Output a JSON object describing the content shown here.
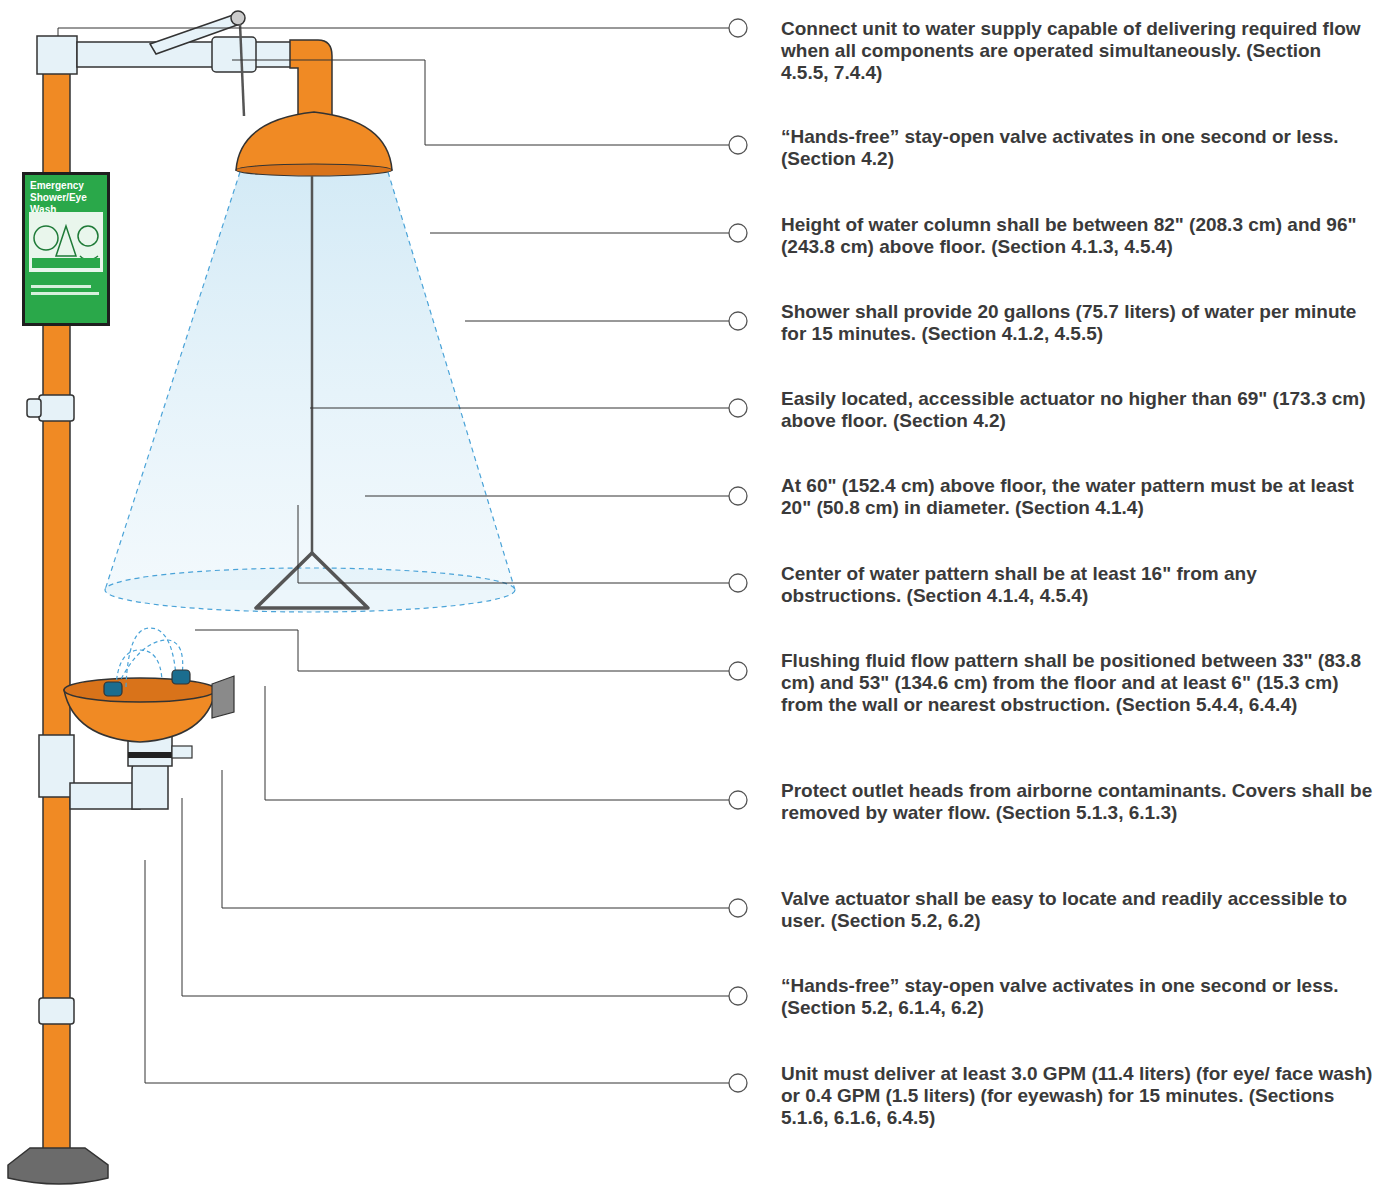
{
  "diagram": {
    "nodes": [
      {
        "text": [
          "Emergency Shower/Eye Wash"
        ]
      }
    ],
    "labels": [
      "Connect unit to water supply capable of delivering required flow when all components are operated simultaneously. (Section 4.5.5, 7.4.4)",
      "“Hands-free” stay-open valve activates in one second or less. (Section 4.2)",
      "Height of water column shall be between 82\" (208.3 cm) and 96\" (243.8 cm) above floor. (Section 4.1.3, 4.5.4)",
      "Shower shall provide 20 gallons (75.7 liters) of water per minute for 15 minutes. (Section 4.1.2, 4.5.5)",
      "Easily located, accessible actuator no higher than 69\" (173.3 cm) above floor. (Section 4.2)",
      "At 60\" (152.4 cm) above floor, the water pattern must be at least 20\" (50.8 cm) in diameter. (Section 4.1.4)",
      "Center of water pattern shall be at least 16\" from any obstructions. (Section 4.1.4, 4.5.4)",
      "Flushing fluid flow pattern shall be positioned between 33\" (83.8 cm) and 53\" (134.6 cm) from the floor and at least 6\" (15.3 cm) from the wall or nearest obstruction. (Section 5.4.4, 6.4.4)",
      "Protect outlet heads from airborne contaminants. Covers shall be removed by water flow. (Section 5.1.3, 6.1.3)",
      "Valve actuator shall be easy to locate and readily accessible to user. (Section 5.2, 6.2)",
      "“Hands-free” stay-open valve activates in one second or less. (Section 5.2, 6.1.4, 6.2)",
      "Unit must deliver at least 3.0 GPM (11.4 liters) (for eye/ face wash) or 0.4 GPM (1.5  liters) (for eyewash) for 15 minutes. (Sections 5.1.6, 6.1.6, 6.4.5)"
    ]
  }
}
